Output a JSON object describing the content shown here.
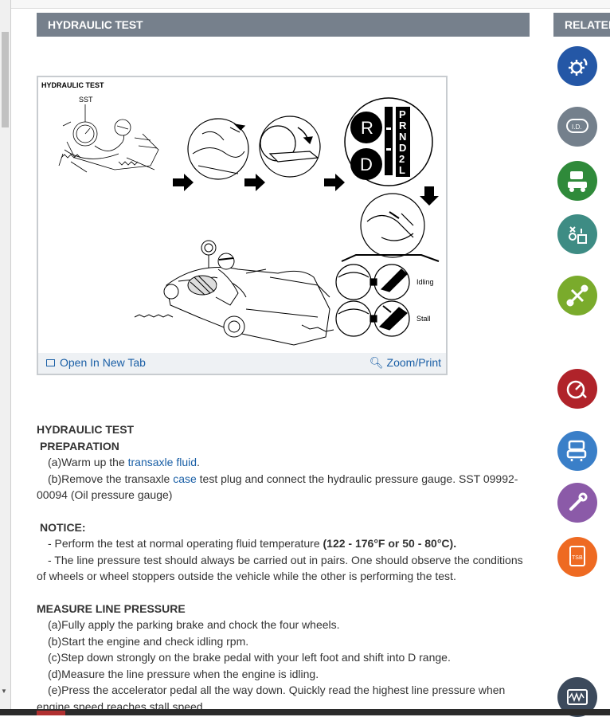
{
  "section_header": "HYDRAULIC TEST",
  "related_header": "RELATED",
  "figure": {
    "caption": "HYDRAULIC TEST",
    "sst_label": "SST",
    "range_letters": [
      "R",
      "D"
    ],
    "shift_positions": [
      "P",
      "R",
      "N",
      "D",
      "2",
      "L"
    ],
    "idling_label": "Idling",
    "stall_label": "Stall",
    "open_tab_label": "Open In New Tab",
    "zoom_label": "Zoom/Print"
  },
  "content": {
    "title": "HYDRAULIC TEST",
    "preparation_heading": "PREPARATION",
    "prep_a_text": "(a)Warm up the ",
    "prep_a_link": "transaxle fluid",
    "prep_a_end": ".",
    "prep_b_text": "(b)Remove the transaxle ",
    "prep_b_link": "case",
    "prep_b_rest_1": " test plug and connect the hydraulic pressure gauge. SST 09992-",
    "prep_b_rest_2": "00094 (Oil pressure gauge)",
    "notice_heading": "NOTICE:",
    "notice_1_text": "-  Perform the test at normal operating fluid temperature ",
    "notice_1_bold": "(122 - 176°F or 50 - 80°C).",
    "notice_2_line1": "-  The line pressure test should always be carried out in pairs. One should observe the conditions",
    "notice_2_line2": "of wheels or wheel stoppers outside the vehicle while the other is performing the test.",
    "measure_heading": "MEASURE LINE PRESSURE",
    "steps": [
      "(a)Fully apply the parking brake and chock the four wheels.",
      "(b)Start the engine and check idling rpm.",
      "(c)Step down strongly on the brake pedal with your left foot and shift into D range.",
      "(d)Measure the line pressure when the engine is idling.",
      "(e)Press the accelerator pedal all the way down. Quickly read the highest line pressure when"
    ],
    "step_e_line2": "engine speed reaches stall speed."
  },
  "related_icons": [
    {
      "name": "gear-arrows-icon",
      "color": "#2457a6"
    },
    {
      "name": "id-badge-icon",
      "color": "#74808c",
      "text": "I.D."
    },
    {
      "name": "vehicle-service-icon",
      "color": "#2f8a3a"
    },
    {
      "name": "diagnostic-icon",
      "color": "#3e8c84"
    },
    {
      "name": "wrench-parts-icon",
      "color": "#7aab2c"
    },
    {
      "name": "gauge-alert-icon",
      "color": "#b0232a"
    },
    {
      "name": "driver-seat-icon",
      "color": "#3a7fc8"
    },
    {
      "name": "wrench-icon",
      "color": "#8b5aa8"
    },
    {
      "name": "tsb-document-icon",
      "color": "#ee6a22",
      "text": "TSB"
    },
    {
      "name": "waveform-icon",
      "color": "#3c4a5c"
    }
  ]
}
